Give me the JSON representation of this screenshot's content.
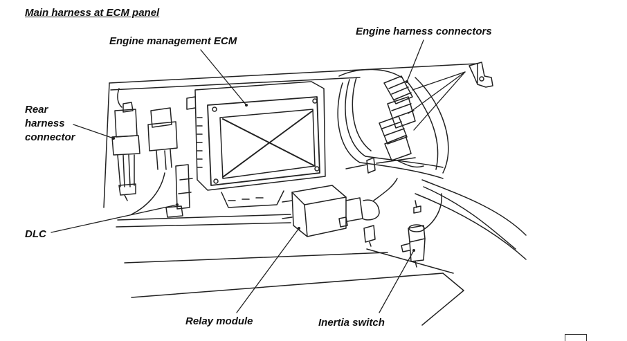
{
  "title": "Main harness at ECM panel",
  "labels": {
    "ecm": "Engine management ECM",
    "engine_connectors": "Engine harness connectors",
    "rear_line1": "Rear",
    "rear_line2": "harness",
    "rear_line3": "connector",
    "dlc": "DLC",
    "relay": "Relay module",
    "inertia": "Inertia switch"
  }
}
